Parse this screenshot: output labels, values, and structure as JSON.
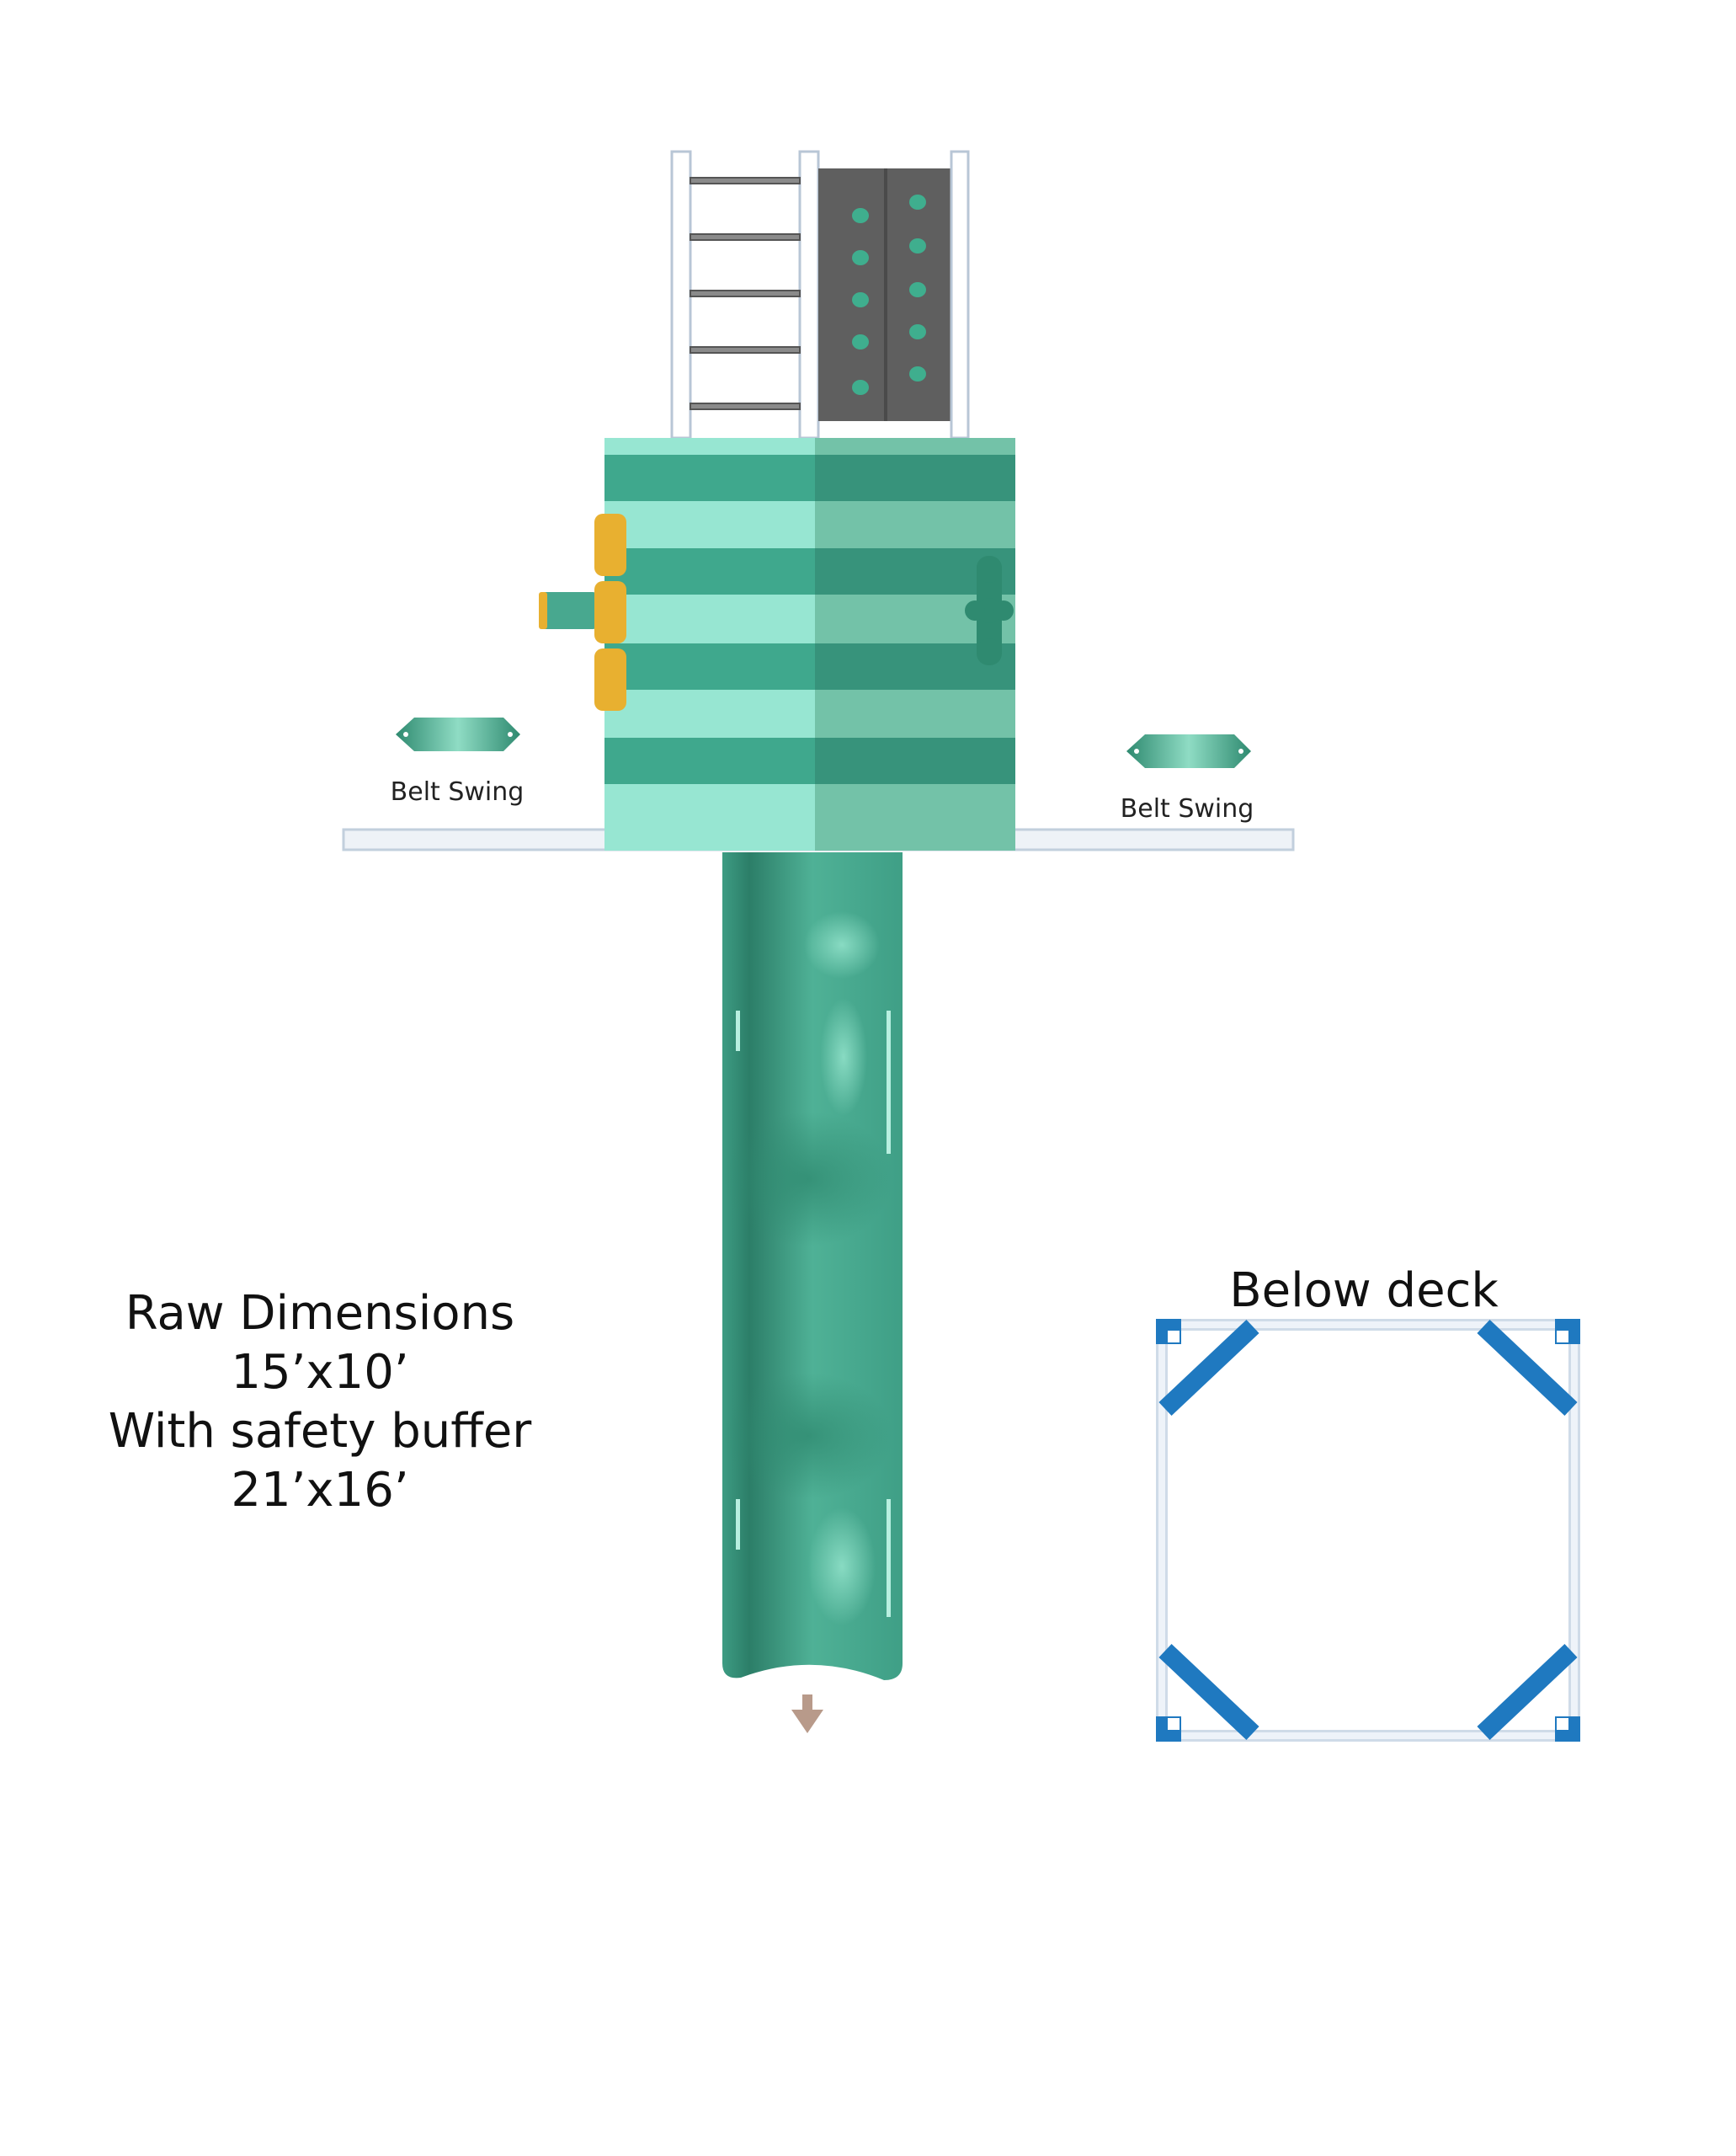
{
  "labels": {
    "left_swing": "Belt Swing",
    "right_swing": "Belt Swing",
    "below_deck": "Below deck"
  },
  "dimensions": {
    "line1": "Raw Dimensions",
    "line2": "15’x10’",
    "line3": "With safety buffer",
    "line4": "21’x16’"
  },
  "colors": {
    "tower_dark": "#3fa88d",
    "tower_light": "#97e6d2",
    "tower_shade_dark": "#37937b",
    "tower_shade_light": "#73c2a8",
    "slide": "#48a88f",
    "handle": "#e8b030",
    "frame_blue": "#1f79c0",
    "rockwall": "#606060",
    "hold": "#3fae8e"
  }
}
